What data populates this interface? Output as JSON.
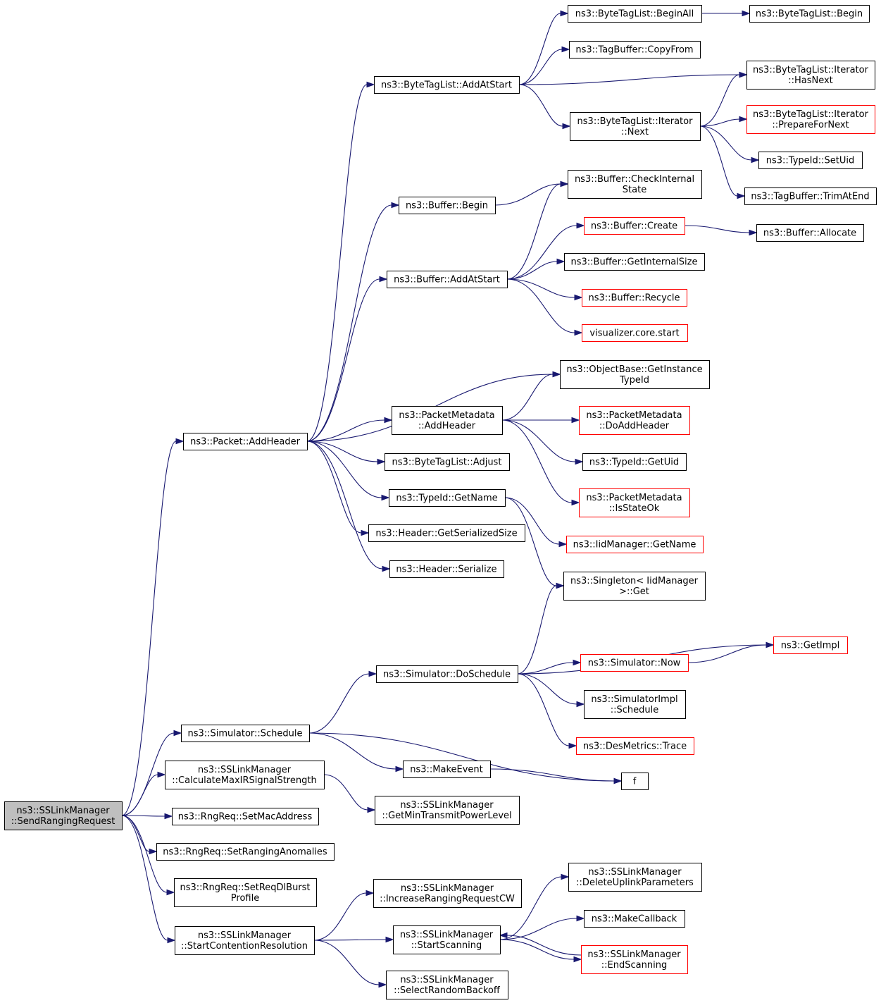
{
  "nodes": [
    {
      "id": "root",
      "lines": [
        "ns3::SSLinkManager",
        "::SendRangingRequest"
      ],
      "style": "root"
    },
    {
      "id": "packet_addheader",
      "lines": [
        "ns3::Packet::AddHeader"
      ],
      "style": "normal"
    },
    {
      "id": "bytetaglist_addatstart",
      "lines": [
        "ns3::ByteTagList::AddAtStart"
      ],
      "style": "normal"
    },
    {
      "id": "bytetaglist_beginall",
      "lines": [
        "ns3::ByteTagList::BeginAll"
      ],
      "style": "normal"
    },
    {
      "id": "bytetaglist_begin",
      "lines": [
        "ns3::ByteTagList::Begin"
      ],
      "style": "normal"
    },
    {
      "id": "tagbuffer_copyfrom",
      "lines": [
        "ns3::TagBuffer::CopyFrom"
      ],
      "style": "normal"
    },
    {
      "id": "iter_hasnext",
      "lines": [
        "ns3::ByteTagList::Iterator",
        "::HasNext"
      ],
      "style": "normal"
    },
    {
      "id": "iter_next",
      "lines": [
        "ns3::ByteTagList::Iterator",
        "::Next"
      ],
      "style": "normal"
    },
    {
      "id": "iter_prepare",
      "lines": [
        "ns3::ByteTagList::Iterator",
        "::PrepareForNext"
      ],
      "style": "red"
    },
    {
      "id": "typeid_setuid",
      "lines": [
        "ns3::TypeId::SetUid"
      ],
      "style": "normal"
    },
    {
      "id": "tagbuffer_trimatend",
      "lines": [
        "ns3::TagBuffer::TrimAtEnd"
      ],
      "style": "normal"
    },
    {
      "id": "buffer_begin",
      "lines": [
        "ns3::Buffer::Begin"
      ],
      "style": "normal"
    },
    {
      "id": "buffer_checkinternal",
      "lines": [
        "ns3::Buffer::CheckInternal",
        "State"
      ],
      "style": "normal"
    },
    {
      "id": "buffer_create",
      "lines": [
        "ns3::Buffer::Create"
      ],
      "style": "red"
    },
    {
      "id": "buffer_allocate",
      "lines": [
        "ns3::Buffer::Allocate"
      ],
      "style": "normal"
    },
    {
      "id": "buffer_addatstart",
      "lines": [
        "ns3::Buffer::AddAtStart"
      ],
      "style": "normal"
    },
    {
      "id": "buffer_getinternalsize",
      "lines": [
        "ns3::Buffer::GetInternalSize"
      ],
      "style": "normal"
    },
    {
      "id": "buffer_recycle",
      "lines": [
        "ns3::Buffer::Recycle"
      ],
      "style": "red"
    },
    {
      "id": "visualizer_start",
      "lines": [
        "visualizer.core.start"
      ],
      "style": "red"
    },
    {
      "id": "objectbase_getinstancetypeid",
      "lines": [
        "ns3::ObjectBase::GetInstance",
        "TypeId"
      ],
      "style": "normal"
    },
    {
      "id": "pm_addheader",
      "lines": [
        "ns3::PacketMetadata",
        "::AddHeader"
      ],
      "style": "normal"
    },
    {
      "id": "pm_doaddheader",
      "lines": [
        "ns3::PacketMetadata",
        "::DoAddHeader"
      ],
      "style": "red"
    },
    {
      "id": "bytetaglist_adjust",
      "lines": [
        "ns3::ByteTagList::Adjust"
      ],
      "style": "normal"
    },
    {
      "id": "typeid_getuid",
      "lines": [
        "ns3::TypeId::GetUid"
      ],
      "style": "normal"
    },
    {
      "id": "typeid_getname",
      "lines": [
        "ns3::TypeId::GetName"
      ],
      "style": "normal"
    },
    {
      "id": "pm_isstateok",
      "lines": [
        "ns3::PacketMetadata",
        "::IsStateOk"
      ],
      "style": "red"
    },
    {
      "id": "header_getserializedsize",
      "lines": [
        "ns3::Header::GetSerializedSize"
      ],
      "style": "normal"
    },
    {
      "id": "iidmanager_getname",
      "lines": [
        "ns3::IidManager::GetName"
      ],
      "style": "red"
    },
    {
      "id": "header_serialize",
      "lines": [
        "ns3::Header::Serialize"
      ],
      "style": "normal"
    },
    {
      "id": "singleton_get",
      "lines": [
        "ns3::Singleton< IidManager",
        ">::Get"
      ],
      "style": "normal"
    },
    {
      "id": "getimpl",
      "lines": [
        "ns3::GetImpl"
      ],
      "style": "red"
    },
    {
      "id": "simulator_doschedule",
      "lines": [
        "ns3::Simulator::DoSchedule"
      ],
      "style": "normal"
    },
    {
      "id": "simulator_now",
      "lines": [
        "ns3::Simulator::Now"
      ],
      "style": "red"
    },
    {
      "id": "simulatorimpl_schedule",
      "lines": [
        "ns3::SimulatorImpl",
        "::Schedule"
      ],
      "style": "normal"
    },
    {
      "id": "simulator_schedule",
      "lines": [
        "ns3::Simulator::Schedule"
      ],
      "style": "normal"
    },
    {
      "id": "desmetrics_trace",
      "lines": [
        "ns3::DesMetrics::Trace"
      ],
      "style": "red"
    },
    {
      "id": "makeevent",
      "lines": [
        "ns3::MakeEvent"
      ],
      "style": "normal"
    },
    {
      "id": "f",
      "lines": [
        "f"
      ],
      "style": "normal"
    },
    {
      "id": "calcmaxir",
      "lines": [
        "ns3::SSLinkManager",
        "::CalculateMaxIRSignalStrength"
      ],
      "style": "normal"
    },
    {
      "id": "getmintx",
      "lines": [
        "ns3::SSLinkManager",
        "::GetMinTransmitPowerLevel"
      ],
      "style": "normal"
    },
    {
      "id": "rngreq_setmac",
      "lines": [
        "ns3::RngReq::SetMacAddress"
      ],
      "style": "normal"
    },
    {
      "id": "rngreq_setanomalies",
      "lines": [
        "ns3::RngReq::SetRangingAnomalies"
      ],
      "style": "normal"
    },
    {
      "id": "rngreq_setreqdl",
      "lines": [
        "ns3::RngReq::SetReqDlBurst",
        "Profile"
      ],
      "style": "normal"
    },
    {
      "id": "deleteuplink",
      "lines": [
        "ns3::SSLinkManager",
        "::DeleteUplinkParameters"
      ],
      "style": "normal"
    },
    {
      "id": "increaseranging",
      "lines": [
        "ns3::SSLinkManager",
        "::IncreaseRangingRequestCW"
      ],
      "style": "normal"
    },
    {
      "id": "makecallback",
      "lines": [
        "ns3::MakeCallback"
      ],
      "style": "normal"
    },
    {
      "id": "startcontention",
      "lines": [
        "ns3::SSLinkManager",
        "::StartContentionResolution"
      ],
      "style": "normal"
    },
    {
      "id": "startscanning",
      "lines": [
        "ns3::SSLinkManager",
        "::StartScanning"
      ],
      "style": "normal"
    },
    {
      "id": "endscanning",
      "lines": [
        "ns3::SSLinkManager",
        "::EndScanning"
      ],
      "style": "red"
    },
    {
      "id": "selectrandom",
      "lines": [
        "ns3::SSLinkManager",
        "::SelectRandomBackoff"
      ],
      "style": "normal"
    }
  ],
  "edges": [
    [
      "root",
      "packet_addheader"
    ],
    [
      "root",
      "simulator_schedule"
    ],
    [
      "root",
      "calcmaxir"
    ],
    [
      "root",
      "rngreq_setmac"
    ],
    [
      "root",
      "rngreq_setanomalies"
    ],
    [
      "root",
      "rngreq_setreqdl"
    ],
    [
      "root",
      "startcontention"
    ],
    [
      "packet_addheader",
      "bytetaglist_addatstart"
    ],
    [
      "packet_addheader",
      "buffer_begin"
    ],
    [
      "packet_addheader",
      "buffer_addatstart"
    ],
    [
      "packet_addheader",
      "objectbase_getinstancetypeid"
    ],
    [
      "packet_addheader",
      "pm_addheader"
    ],
    [
      "packet_addheader",
      "bytetaglist_adjust"
    ],
    [
      "packet_addheader",
      "typeid_getname"
    ],
    [
      "packet_addheader",
      "header_getserializedsize"
    ],
    [
      "packet_addheader",
      "header_serialize"
    ],
    [
      "bytetaglist_addatstart",
      "bytetaglist_beginall"
    ],
    [
      "bytetaglist_addatstart",
      "tagbuffer_copyfrom"
    ],
    [
      "bytetaglist_addatstart",
      "iter_hasnext"
    ],
    [
      "bytetaglist_addatstart",
      "iter_next"
    ],
    [
      "bytetaglist_beginall",
      "bytetaglist_begin"
    ],
    [
      "iter_next",
      "iter_hasnext"
    ],
    [
      "iter_next",
      "iter_prepare"
    ],
    [
      "iter_next",
      "typeid_setuid"
    ],
    [
      "iter_next",
      "tagbuffer_trimatend"
    ],
    [
      "buffer_begin",
      "buffer_checkinternal"
    ],
    [
      "buffer_addatstart",
      "buffer_checkinternal"
    ],
    [
      "buffer_addatstart",
      "buffer_create"
    ],
    [
      "buffer_addatstart",
      "buffer_getinternalsize"
    ],
    [
      "buffer_addatstart",
      "buffer_recycle"
    ],
    [
      "buffer_addatstart",
      "visualizer_start"
    ],
    [
      "buffer_create",
      "buffer_allocate"
    ],
    [
      "pm_addheader",
      "objectbase_getinstancetypeid"
    ],
    [
      "pm_addheader",
      "pm_doaddheader"
    ],
    [
      "pm_addheader",
      "typeid_getuid"
    ],
    [
      "pm_addheader",
      "pm_isstateok"
    ],
    [
      "typeid_getname",
      "iidmanager_getname"
    ],
    [
      "typeid_getname",
      "singleton_get"
    ],
    [
      "simulator_schedule",
      "simulator_doschedule"
    ],
    [
      "simulator_schedule",
      "makeevent"
    ],
    [
      "simulator_schedule",
      "f"
    ],
    [
      "simulator_doschedule",
      "singleton_get"
    ],
    [
      "simulator_doschedule",
      "getimpl"
    ],
    [
      "simulator_doschedule",
      "simulator_now"
    ],
    [
      "simulator_doschedule",
      "simulatorimpl_schedule"
    ],
    [
      "simulator_doschedule",
      "desmetrics_trace"
    ],
    [
      "simulator_now",
      "getimpl"
    ],
    [
      "makeevent",
      "f"
    ],
    [
      "calcmaxir",
      "getmintx"
    ],
    [
      "startcontention",
      "increaseranging"
    ],
    [
      "startcontention",
      "startscanning"
    ],
    [
      "startcontention",
      "selectrandom"
    ],
    [
      "startscanning",
      "deleteuplink"
    ],
    [
      "startscanning",
      "makecallback"
    ],
    [
      "startscanning",
      "endscanning"
    ],
    [
      "endscanning",
      "startscanning"
    ]
  ]
}
